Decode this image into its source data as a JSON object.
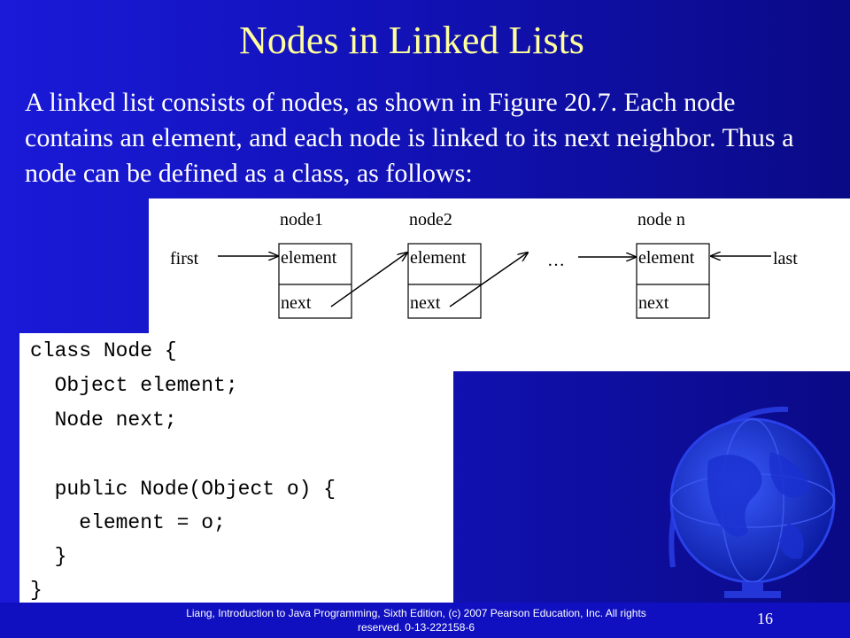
{
  "slide": {
    "title": "Nodes in Linked Lists",
    "intro": "A linked list consists of nodes, as shown in Figure 20.7. Each node contains an element, and each node is linked to its next neighbor. Thus a node can be defined as a class, as follows:"
  },
  "diagram": {
    "first_label": "first",
    "last_label": "last",
    "ellipsis": "…",
    "nodes": [
      {
        "name": "node1",
        "element": "element",
        "next": "next"
      },
      {
        "name": "node2",
        "element": "element",
        "next": "next"
      },
      {
        "name": "node n",
        "element": "element",
        "next": "next"
      }
    ]
  },
  "code": {
    "lines": [
      "class Node {",
      "  Object element;",
      "  Node next;",
      "",
      "  public Node(Object o) {",
      "    element = o;",
      "  }",
      "}"
    ]
  },
  "footer": {
    "text": "Liang, Introduction to Java Programming, Sixth Edition, (c) 2007 Pearson Education, Inc. All rights reserved. 0-13-222158-6",
    "page_number": "16"
  },
  "colors": {
    "title": "#ffff9c",
    "background": "#1414c8"
  }
}
